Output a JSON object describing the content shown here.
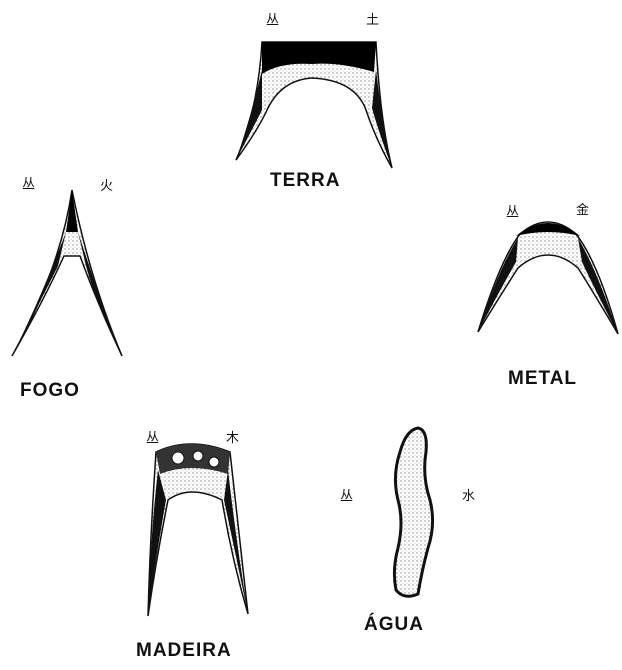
{
  "elements": [
    {
      "id": "terra",
      "label": "TERRA",
      "glyph_left": "丛",
      "glyph_right": "土"
    },
    {
      "id": "fogo",
      "label": "FOGO",
      "glyph_left": "丛",
      "glyph_right": "火"
    },
    {
      "id": "metal",
      "label": "METAL",
      "glyph_left": "丛",
      "glyph_right": "金"
    },
    {
      "id": "madeira",
      "label": "MADEIRA",
      "glyph_left": "丛",
      "glyph_right": "木"
    },
    {
      "id": "agua",
      "label": "ÁGUA",
      "glyph_left": "丛",
      "glyph_right": "水"
    }
  ],
  "colors": {
    "ink": "#111111",
    "shade": "#9a9a9a",
    "background": "#ffffff"
  }
}
